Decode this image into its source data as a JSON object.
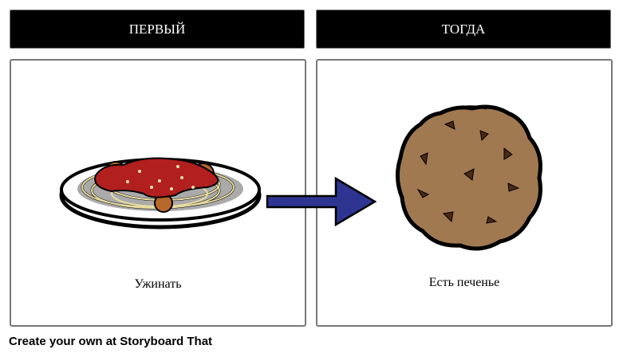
{
  "panels": [
    {
      "title": "ПЕРВЫЙ",
      "caption": "Ужинать",
      "image": "spaghetti-plate"
    },
    {
      "title": "ТОГДА",
      "caption": "Есть печенье",
      "image": "chocolate-chip-cookie"
    }
  ],
  "arrow": {
    "color": "#2e3591"
  },
  "footer": "Create your own at Storyboard That"
}
